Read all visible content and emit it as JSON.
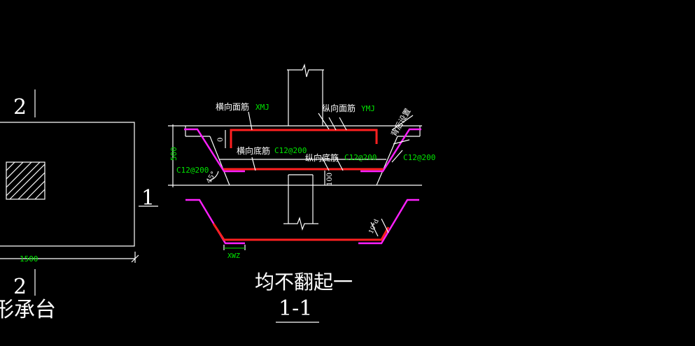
{
  "colors": {
    "background": "#000000",
    "line": "#ffffff",
    "dimension": "#00e600",
    "main_bar": "#ff2020",
    "secondary_bar": "#ff20ff"
  },
  "plan": {
    "section_mark_top": "2",
    "section_mark_bottom": "2",
    "section_mark_right": "1",
    "width_dim": "1500",
    "title_fragment": "形承台"
  },
  "section": {
    "label_transverse_top": "横向面筋",
    "code_transverse_top": "XMJ",
    "label_longitudinal_top": "纵向面筋",
    "code_longitudinal_top": "YMJ",
    "label_transverse_bottom": "横向底筋",
    "spec_transverse_bottom": "C12@200",
    "label_longitudinal_bottom": "纵向底筋",
    "spec_longitudinal_bottom": "C12@200",
    "spec_left_side": "C12@200",
    "spec_right_side": "C12@200",
    "label_slope": "背后设置",
    "dim_height": "500",
    "dim_zero": "0",
    "dim_bottom": "100",
    "dim_angle": "45°",
    "dim_hook": "10*d",
    "code_bottom_hook": "XWZ",
    "note": "均不翻起一",
    "title": "1-1"
  }
}
